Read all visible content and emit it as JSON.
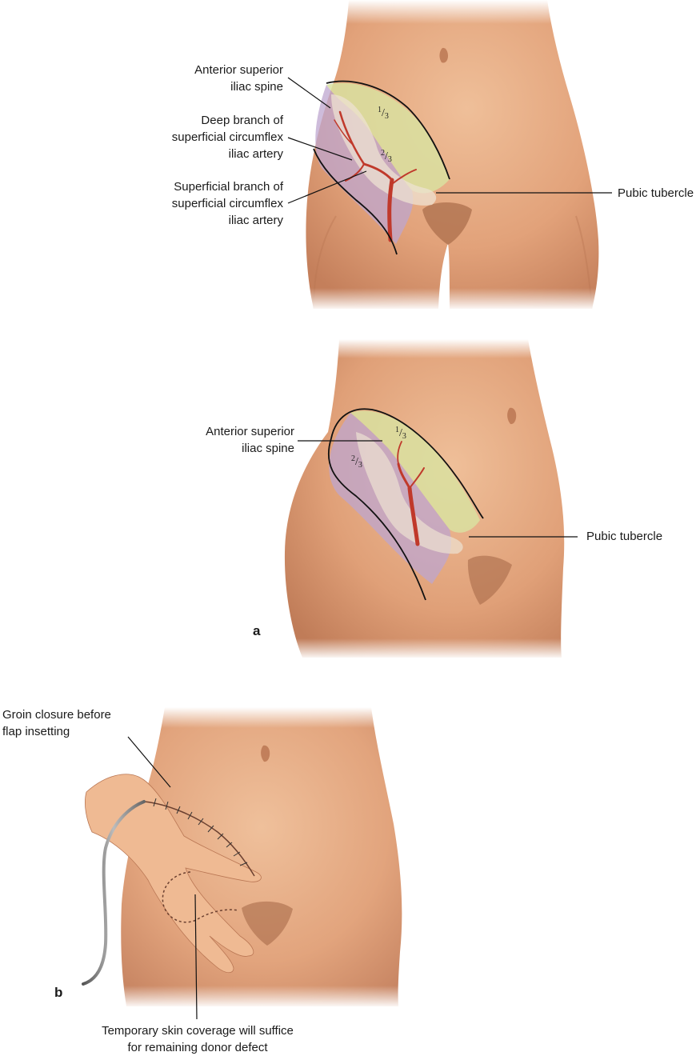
{
  "panel_a": {
    "letter": "a",
    "top_view": {
      "asis_label": "Anterior superior\niliac spine",
      "deep_branch_label": "Deep branch of\nsuperficial circumflex\niliac artery",
      "superficial_branch_label": "Superficial branch of\nsuperficial circumflex\niliac artery",
      "pubic_tubercle_label": "Pubic tubercle",
      "fraction_upper": {
        "num": "1",
        "den": "3"
      },
      "fraction_lower": {
        "num": "2",
        "den": "3"
      }
    },
    "oblique_view": {
      "asis_label": "Anterior superior\niliac spine",
      "pubic_tubercle_label": "Pubic tubercle",
      "fraction_upper": {
        "num": "1",
        "den": "3"
      },
      "fraction_lower": {
        "num": "2",
        "den": "3"
      }
    }
  },
  "panel_b": {
    "letter": "b",
    "groin_closure_label": "Groin closure before\nflap insetting",
    "temporary_coverage_label": "Temporary skin coverage will suffice\nfor remaining donor defect"
  },
  "colors": {
    "skin": "#e8ae86",
    "skin_shadow": "#c98561",
    "flap_green": "#d4dc9a",
    "flap_purple": "#b9a3c8",
    "artery": "#c0392b",
    "bone": "#e8ddd0",
    "line": "#111111"
  }
}
